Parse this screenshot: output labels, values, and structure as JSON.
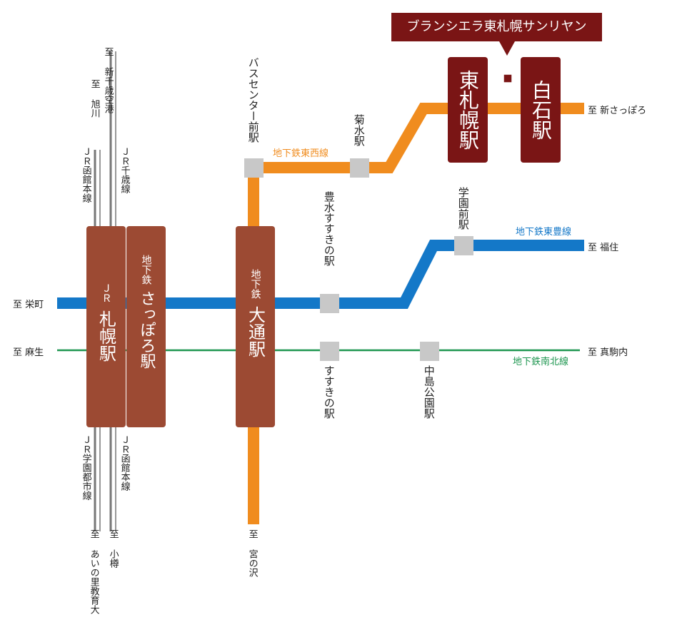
{
  "property": {
    "name": "ブランシエラ東札幌サンリヤン"
  },
  "colors": {
    "tozai": "#f08c1e",
    "toho": "#1478c8",
    "namboku": "#1e9650",
    "brown": "#9c4a33",
    "maroon": "#7a1515",
    "station": "#c8c8c8",
    "jr": "#777777"
  },
  "lines": {
    "tozai": "地下鉄東西線",
    "toho": "地下鉄東豊線",
    "namboku": "地下鉄南北線",
    "jr_chitose": "ＪＲ千歳線",
    "jr_hakodate_north": "ＪＲ函館本線",
    "jr_hakodate_south": "ＪＲ函館本線",
    "jr_gakuentoshi": "ＪＲ学園都市線"
  },
  "stations": {
    "jr_sapporo": {
      "small": "ＪＲ",
      "name": "札幌駅"
    },
    "subway_sapporo": {
      "small": "地下鉄",
      "name": "さっぽろ駅"
    },
    "odori": {
      "small": "地下鉄",
      "name": "大通駅"
    },
    "higashi_sapporo": "東札幌駅",
    "shiroishi": "白石駅",
    "bus_center": "バスセンター前駅",
    "kikusui": "菊水駅",
    "hosui_susukino": "豊水すすきの駅",
    "gakuenmae": "学園前駅",
    "susukino": "すすきの駅",
    "nakajima_koen": "中島公園駅"
  },
  "destinations": {
    "shin_chitose": "至 新千歳空港",
    "asahikawa": "至 旭川",
    "sakaemachi": "至 栄町",
    "asabu": "至 麻生",
    "shin_sapporo": "至 新さっぽろ",
    "fukuzumi": "至 福住",
    "makomanai": "至 真駒内",
    "miyanosawa": "至 宮の沢",
    "otaru": "至 小樽",
    "ainosato": "至 あいの里教育大"
  }
}
